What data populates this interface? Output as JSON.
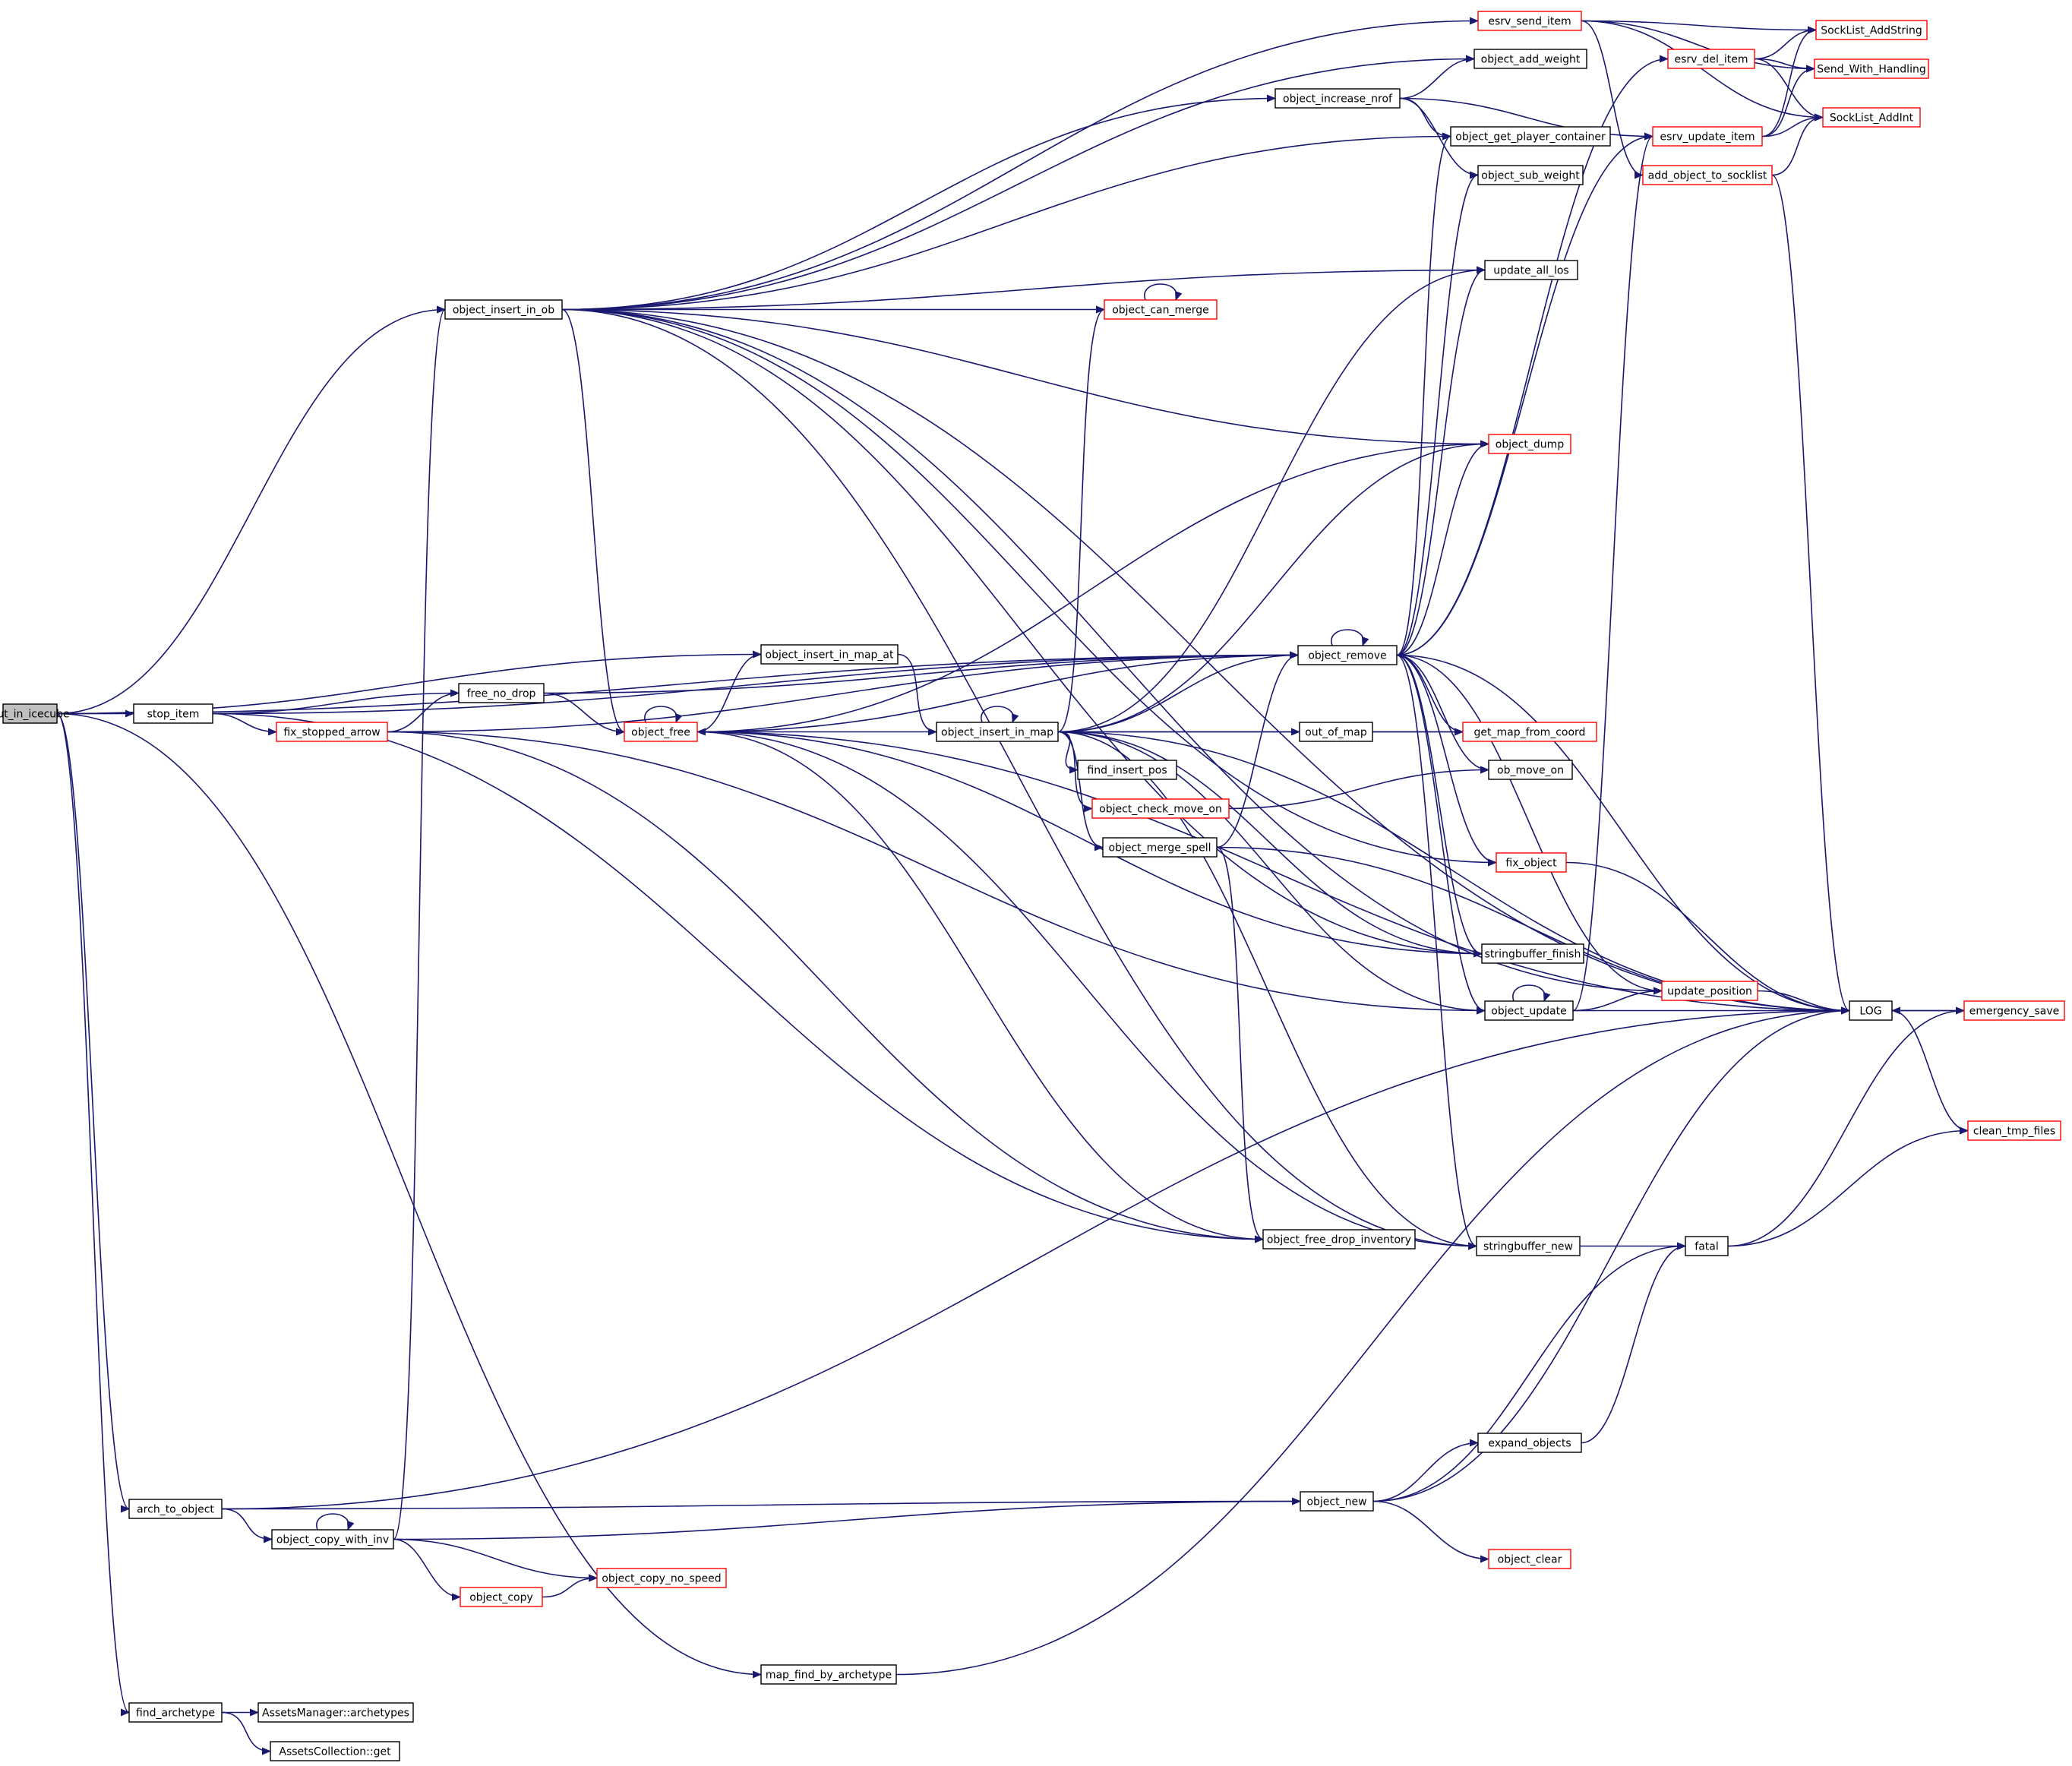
{
  "colors": {
    "edge": "#191970",
    "node_border_plain": "#000000",
    "node_border_truncated": "#ff0000",
    "node_fill_root": "#bfbfbf",
    "node_fill": "#ffffff"
  },
  "nodes": [
    {
      "id": "put_in_icecube",
      "label": "put_in_icecube",
      "style": "root"
    },
    {
      "id": "stop_item",
      "label": "stop_item",
      "style": "plain"
    },
    {
      "id": "arch_to_object",
      "label": "arch_to_object",
      "style": "plain"
    },
    {
      "id": "find_archetype",
      "label": "find_archetype",
      "style": "plain"
    },
    {
      "id": "object_insert_in_ob",
      "label": "object_insert_in_ob",
      "style": "plain"
    },
    {
      "id": "fix_stopped_arrow",
      "label": "fix_stopped_arrow",
      "style": "truncated"
    },
    {
      "id": "free_no_drop",
      "label": "free_no_drop",
      "style": "plain"
    },
    {
      "id": "object_free",
      "label": "object_free",
      "style": "truncated"
    },
    {
      "id": "object_insert_in_map_at",
      "label": "object_insert_in_map_at",
      "style": "plain"
    },
    {
      "id": "object_insert_in_map",
      "label": "object_insert_in_map",
      "style": "plain"
    },
    {
      "id": "find_insert_pos",
      "label": "find_insert_pos",
      "style": "plain"
    },
    {
      "id": "object_check_move_on",
      "label": "object_check_move_on",
      "style": "truncated"
    },
    {
      "id": "object_merge_spell",
      "label": "object_merge_spell",
      "style": "plain"
    },
    {
      "id": "object_can_merge",
      "label": "object_can_merge",
      "style": "truncated"
    },
    {
      "id": "object_increase_nrof",
      "label": "object_increase_nrof",
      "style": "plain"
    },
    {
      "id": "esrv_send_item",
      "label": "esrv_send_item",
      "style": "truncated"
    },
    {
      "id": "object_add_weight",
      "label": "object_add_weight",
      "style": "plain"
    },
    {
      "id": "object_get_player_container",
      "label": "object_get_player_container",
      "style": "plain"
    },
    {
      "id": "object_sub_weight",
      "label": "object_sub_weight",
      "style": "plain"
    },
    {
      "id": "update_all_los",
      "label": "update_all_los",
      "style": "plain"
    },
    {
      "id": "object_dump",
      "label": "object_dump",
      "style": "truncated"
    },
    {
      "id": "object_remove",
      "label": "object_remove",
      "style": "plain"
    },
    {
      "id": "out_of_map",
      "label": "out_of_map",
      "style": "plain"
    },
    {
      "id": "get_map_from_coord",
      "label": "get_map_from_coord",
      "style": "truncated"
    },
    {
      "id": "ob_move_on",
      "label": "ob_move_on",
      "style": "plain"
    },
    {
      "id": "fix_object",
      "label": "fix_object",
      "style": "truncated"
    },
    {
      "id": "stringbuffer_finish",
      "label": "stringbuffer_finish",
      "style": "plain"
    },
    {
      "id": "object_update",
      "label": "object_update",
      "style": "plain"
    },
    {
      "id": "object_free_drop_inventory",
      "label": "object_free_drop_inventory",
      "style": "plain"
    },
    {
      "id": "stringbuffer_new",
      "label": "stringbuffer_new",
      "style": "plain"
    },
    {
      "id": "esrv_del_item",
      "label": "esrv_del_item",
      "style": "truncated"
    },
    {
      "id": "esrv_update_item",
      "label": "esrv_update_item",
      "style": "truncated"
    },
    {
      "id": "add_object_to_socklist",
      "label": "add_object_to_socklist",
      "style": "truncated"
    },
    {
      "id": "SockList_AddString",
      "label": "SockList_AddString",
      "style": "truncated"
    },
    {
      "id": "Send_With_Handling",
      "label": "Send_With_Handling",
      "style": "truncated"
    },
    {
      "id": "SockList_AddInt",
      "label": "SockList_AddInt",
      "style": "truncated"
    },
    {
      "id": "update_position",
      "label": "update_position",
      "style": "truncated"
    },
    {
      "id": "LOG",
      "label": "LOG",
      "style": "plain"
    },
    {
      "id": "emergency_save",
      "label": "emergency_save",
      "style": "truncated"
    },
    {
      "id": "clean_tmp_files",
      "label": "clean_tmp_files",
      "style": "truncated"
    },
    {
      "id": "fatal",
      "label": "fatal",
      "style": "plain"
    },
    {
      "id": "expand_objects",
      "label": "expand_objects",
      "style": "plain"
    },
    {
      "id": "object_new",
      "label": "object_new",
      "style": "plain"
    },
    {
      "id": "object_clear",
      "label": "object_clear",
      "style": "truncated"
    },
    {
      "id": "object_copy_with_inv",
      "label": "object_copy_with_inv",
      "style": "plain"
    },
    {
      "id": "object_copy",
      "label": "object_copy",
      "style": "truncated"
    },
    {
      "id": "object_copy_no_speed",
      "label": "object_copy_no_speed",
      "style": "truncated"
    },
    {
      "id": "map_find_by_archetype",
      "label": "map_find_by_archetype",
      "style": "plain"
    },
    {
      "id": "AssetsManager_archetypes",
      "label": "AssetsManager::archetypes",
      "style": "plain"
    },
    {
      "id": "AssetsCollection_get",
      "label": "AssetsCollection::get",
      "style": "plain"
    }
  ],
  "edges": [
    [
      "put_in_icecube",
      "object_insert_in_ob"
    ],
    [
      "put_in_icecube",
      "stop_item"
    ],
    [
      "put_in_icecube",
      "object_remove"
    ],
    [
      "put_in_icecube",
      "object_insert_in_map_at"
    ],
    [
      "put_in_icecube",
      "arch_to_object"
    ],
    [
      "put_in_icecube",
      "find_archetype"
    ],
    [
      "put_in_icecube",
      "map_find_by_archetype"
    ],
    [
      "stop_item",
      "free_no_drop"
    ],
    [
      "stop_item",
      "fix_stopped_arrow"
    ],
    [
      "stop_item",
      "object_remove"
    ],
    [
      "stop_item",
      "object_free_drop_inventory"
    ],
    [
      "fix_stopped_arrow",
      "free_no_drop"
    ],
    [
      "fix_stopped_arrow",
      "object_remove"
    ],
    [
      "fix_stopped_arrow",
      "object_update"
    ],
    [
      "fix_stopped_arrow",
      "object_free_drop_inventory"
    ],
    [
      "free_no_drop",
      "object_free"
    ],
    [
      "free_no_drop",
      "object_remove"
    ],
    [
      "object_insert_in_ob",
      "esrv_send_item"
    ],
    [
      "object_insert_in_ob",
      "object_add_weight"
    ],
    [
      "object_insert_in_ob",
      "object_increase_nrof"
    ],
    [
      "object_insert_in_ob",
      "object_get_player_container"
    ],
    [
      "object_insert_in_ob",
      "LOG"
    ],
    [
      "object_insert_in_ob",
      "update_all_los"
    ],
    [
      "object_insert_in_ob",
      "object_can_merge"
    ],
    [
      "object_insert_in_ob",
      "object_dump"
    ],
    [
      "object_insert_in_ob",
      "object_free"
    ],
    [
      "object_insert_in_ob",
      "fix_object"
    ],
    [
      "object_insert_in_ob",
      "stringbuffer_finish"
    ],
    [
      "object_insert_in_ob",
      "stringbuffer_new"
    ],
    [
      "object_insert_in_ob",
      "update_position"
    ],
    [
      "object_insert_in_map_at",
      "object_insert_in_map"
    ],
    [
      "object_free",
      "object_free"
    ],
    [
      "object_free",
      "object_insert_in_map_at"
    ],
    [
      "object_free",
      "object_remove"
    ],
    [
      "object_free",
      "object_dump"
    ],
    [
      "object_free",
      "stringbuffer_finish"
    ],
    [
      "object_free",
      "stringbuffer_new"
    ],
    [
      "object_free",
      "object_free_drop_inventory"
    ],
    [
      "object_free",
      "LOG"
    ],
    [
      "object_insert_in_map",
      "object_insert_in_map"
    ],
    [
      "object_insert_in_map",
      "object_free"
    ],
    [
      "object_insert_in_map",
      "object_remove"
    ],
    [
      "object_insert_in_map",
      "out_of_map"
    ],
    [
      "object_insert_in_map",
      "get_map_from_coord"
    ],
    [
      "object_insert_in_map",
      "find_insert_pos"
    ],
    [
      "object_insert_in_map",
      "object_check_move_on"
    ],
    [
      "object_insert_in_map",
      "object_merge_spell"
    ],
    [
      "object_insert_in_map",
      "object_can_merge"
    ],
    [
      "object_insert_in_map",
      "update_all_los"
    ],
    [
      "object_insert_in_map",
      "object_dump"
    ],
    [
      "object_insert_in_map",
      "LOG"
    ],
    [
      "object_insert_in_map",
      "stringbuffer_finish"
    ],
    [
      "object_insert_in_map",
      "stringbuffer_new"
    ],
    [
      "object_insert_in_map",
      "object_update"
    ],
    [
      "object_check_move_on",
      "ob_move_on"
    ],
    [
      "object_merge_spell",
      "object_remove"
    ],
    [
      "object_merge_spell",
      "LOG"
    ],
    [
      "object_merge_spell",
      "object_free_drop_inventory"
    ],
    [
      "object_can_merge",
      "object_can_merge"
    ],
    [
      "object_increase_nrof",
      "object_add_weight"
    ],
    [
      "object_increase_nrof",
      "object_get_player_container"
    ],
    [
      "object_increase_nrof",
      "object_sub_weight"
    ],
    [
      "object_increase_nrof",
      "esrv_update_item"
    ],
    [
      "esrv_send_item",
      "SockList_AddString"
    ],
    [
      "esrv_send_item",
      "Send_With_Handling"
    ],
    [
      "esrv_send_item",
      "SockList_AddInt"
    ],
    [
      "esrv_send_item",
      "add_object_to_socklist"
    ],
    [
      "object_remove",
      "object_remove"
    ],
    [
      "object_remove",
      "object_get_player_container"
    ],
    [
      "object_remove",
      "object_sub_weight"
    ],
    [
      "object_remove",
      "update_all_los"
    ],
    [
      "object_remove",
      "object_dump"
    ],
    [
      "object_remove",
      "esrv_del_item"
    ],
    [
      "object_remove",
      "esrv_update_item"
    ],
    [
      "object_remove",
      "get_map_from_coord"
    ],
    [
      "object_remove",
      "ob_move_on"
    ],
    [
      "object_remove",
      "fix_object"
    ],
    [
      "object_remove",
      "stringbuffer_finish"
    ],
    [
      "object_remove",
      "object_update"
    ],
    [
      "object_remove",
      "stringbuffer_new"
    ],
    [
      "object_remove",
      "update_position"
    ],
    [
      "object_remove",
      "LOG"
    ],
    [
      "out_of_map",
      "get_map_from_coord"
    ],
    [
      "fix_object",
      "LOG"
    ],
    [
      "object_update",
      "object_update"
    ],
    [
      "object_update",
      "esrv_update_item"
    ],
    [
      "object_update",
      "update_position"
    ],
    [
      "object_update",
      "LOG"
    ],
    [
      "esrv_del_item",
      "SockList_AddString"
    ],
    [
      "esrv_del_item",
      "Send_With_Handling"
    ],
    [
      "esrv_del_item",
      "SockList_AddInt"
    ],
    [
      "esrv_update_item",
      "SockList_AddString"
    ],
    [
      "esrv_update_item",
      "Send_With_Handling"
    ],
    [
      "esrv_update_item",
      "SockList_AddInt"
    ],
    [
      "add_object_to_socklist",
      "SockList_AddInt"
    ],
    [
      "add_object_to_socklist",
      "LOG"
    ],
    [
      "update_position",
      "LOG"
    ],
    [
      "LOG",
      "emergency_save"
    ],
    [
      "LOG",
      "clean_tmp_files"
    ],
    [
      "emergency_save",
      "LOG"
    ],
    [
      "stringbuffer_new",
      "fatal"
    ],
    [
      "fatal",
      "emergency_save"
    ],
    [
      "fatal",
      "clean_tmp_files"
    ],
    [
      "arch_to_object",
      "object_new"
    ],
    [
      "arch_to_object",
      "object_copy_with_inv"
    ],
    [
      "arch_to_object",
      "LOG"
    ],
    [
      "object_copy_with_inv",
      "object_copy_with_inv"
    ],
    [
      "object_copy_with_inv",
      "object_insert_in_ob"
    ],
    [
      "object_copy_with_inv",
      "object_new"
    ],
    [
      "object_copy_with_inv",
      "object_copy"
    ],
    [
      "object_copy_with_inv",
      "object_copy_no_speed"
    ],
    [
      "object_copy",
      "object_copy_no_speed"
    ],
    [
      "object_new",
      "expand_objects"
    ],
    [
      "object_new",
      "fatal"
    ],
    [
      "object_new",
      "LOG"
    ],
    [
      "object_new",
      "object_clear"
    ],
    [
      "expand_objects",
      "fatal"
    ],
    [
      "map_find_by_archetype",
      "LOG"
    ],
    [
      "find_archetype",
      "AssetsManager_archetypes"
    ],
    [
      "find_archetype",
      "AssetsCollection_get"
    ]
  ]
}
